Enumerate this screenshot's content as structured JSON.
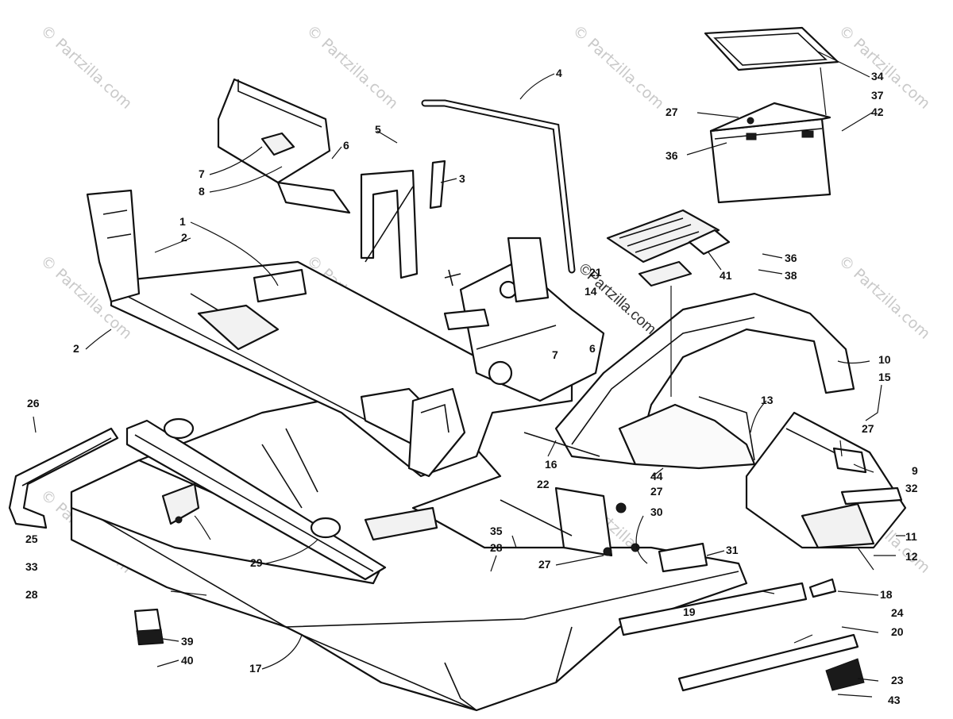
{
  "watermark": {
    "text": "© Partzilla.com",
    "center_text": "©Partzilla.com"
  },
  "callouts": {
    "c1": "1",
    "c2a": "2",
    "c2b": "2",
    "c3": "3",
    "c4": "4",
    "c5": "5",
    "c6a": "6",
    "c6b": "6",
    "c7a": "7",
    "c7b": "7",
    "c8": "8",
    "c9": "9",
    "c10": "10",
    "c11": "11",
    "c12": "12",
    "c13": "13",
    "c14": "14",
    "c15": "15",
    "c16": "16",
    "c17": "17",
    "c18": "18",
    "c19": "19",
    "c20": "20",
    "c21": "21",
    "c22": "22",
    "c23": "23",
    "c24": "24",
    "c25": "25",
    "c26": "26",
    "c27a": "27",
    "c27b": "27",
    "c27c": "27",
    "c27d": "27",
    "c28a": "28",
    "c28b": "28",
    "c29": "29",
    "c30": "30",
    "c31": "31",
    "c32": "32",
    "c33": "33",
    "c34": "34",
    "c35": "35",
    "c36a": "36",
    "c36b": "36",
    "c37": "37",
    "c38": "38",
    "c39": "39",
    "c40": "40",
    "c41": "41",
    "c42": "42",
    "c43": "43",
    "c44": "44"
  }
}
